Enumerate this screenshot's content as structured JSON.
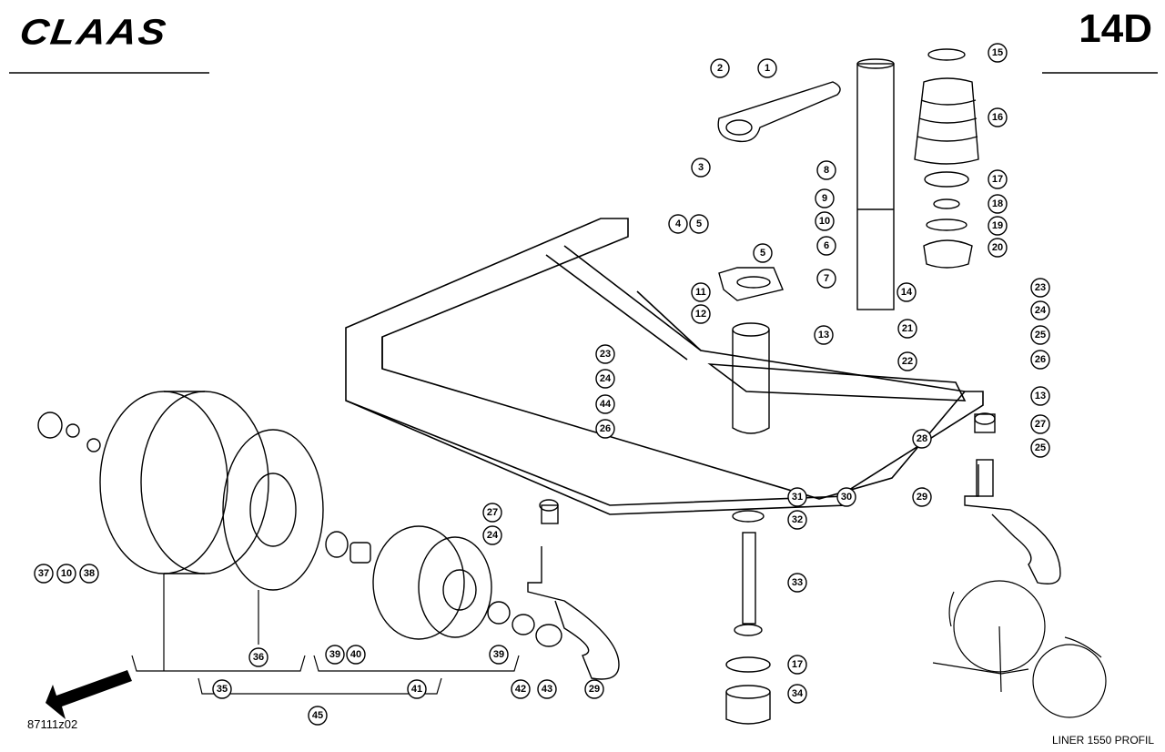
{
  "header": {
    "brand": "CLAAS",
    "page_code": "14D"
  },
  "footer": {
    "drawing_number": "87111z02",
    "model": "LINER 1550 PROFIL"
  },
  "callouts": [
    "1",
    "2",
    "3",
    "4",
    "5",
    "5",
    "6",
    "7",
    "8",
    "9",
    "10",
    "11",
    "12",
    "13",
    "13",
    "14",
    "15",
    "16",
    "17",
    "17",
    "18",
    "19",
    "20",
    "21",
    "22",
    "23",
    "23",
    "24",
    "24",
    "24",
    "25",
    "25",
    "26",
    "26",
    "27",
    "27",
    "28",
    "29",
    "29",
    "30",
    "31",
    "32",
    "33",
    "34",
    "35",
    "36",
    "37",
    "10",
    "38",
    "39",
    "39",
    "40",
    "41",
    "42",
    "43",
    "44",
    "45"
  ]
}
